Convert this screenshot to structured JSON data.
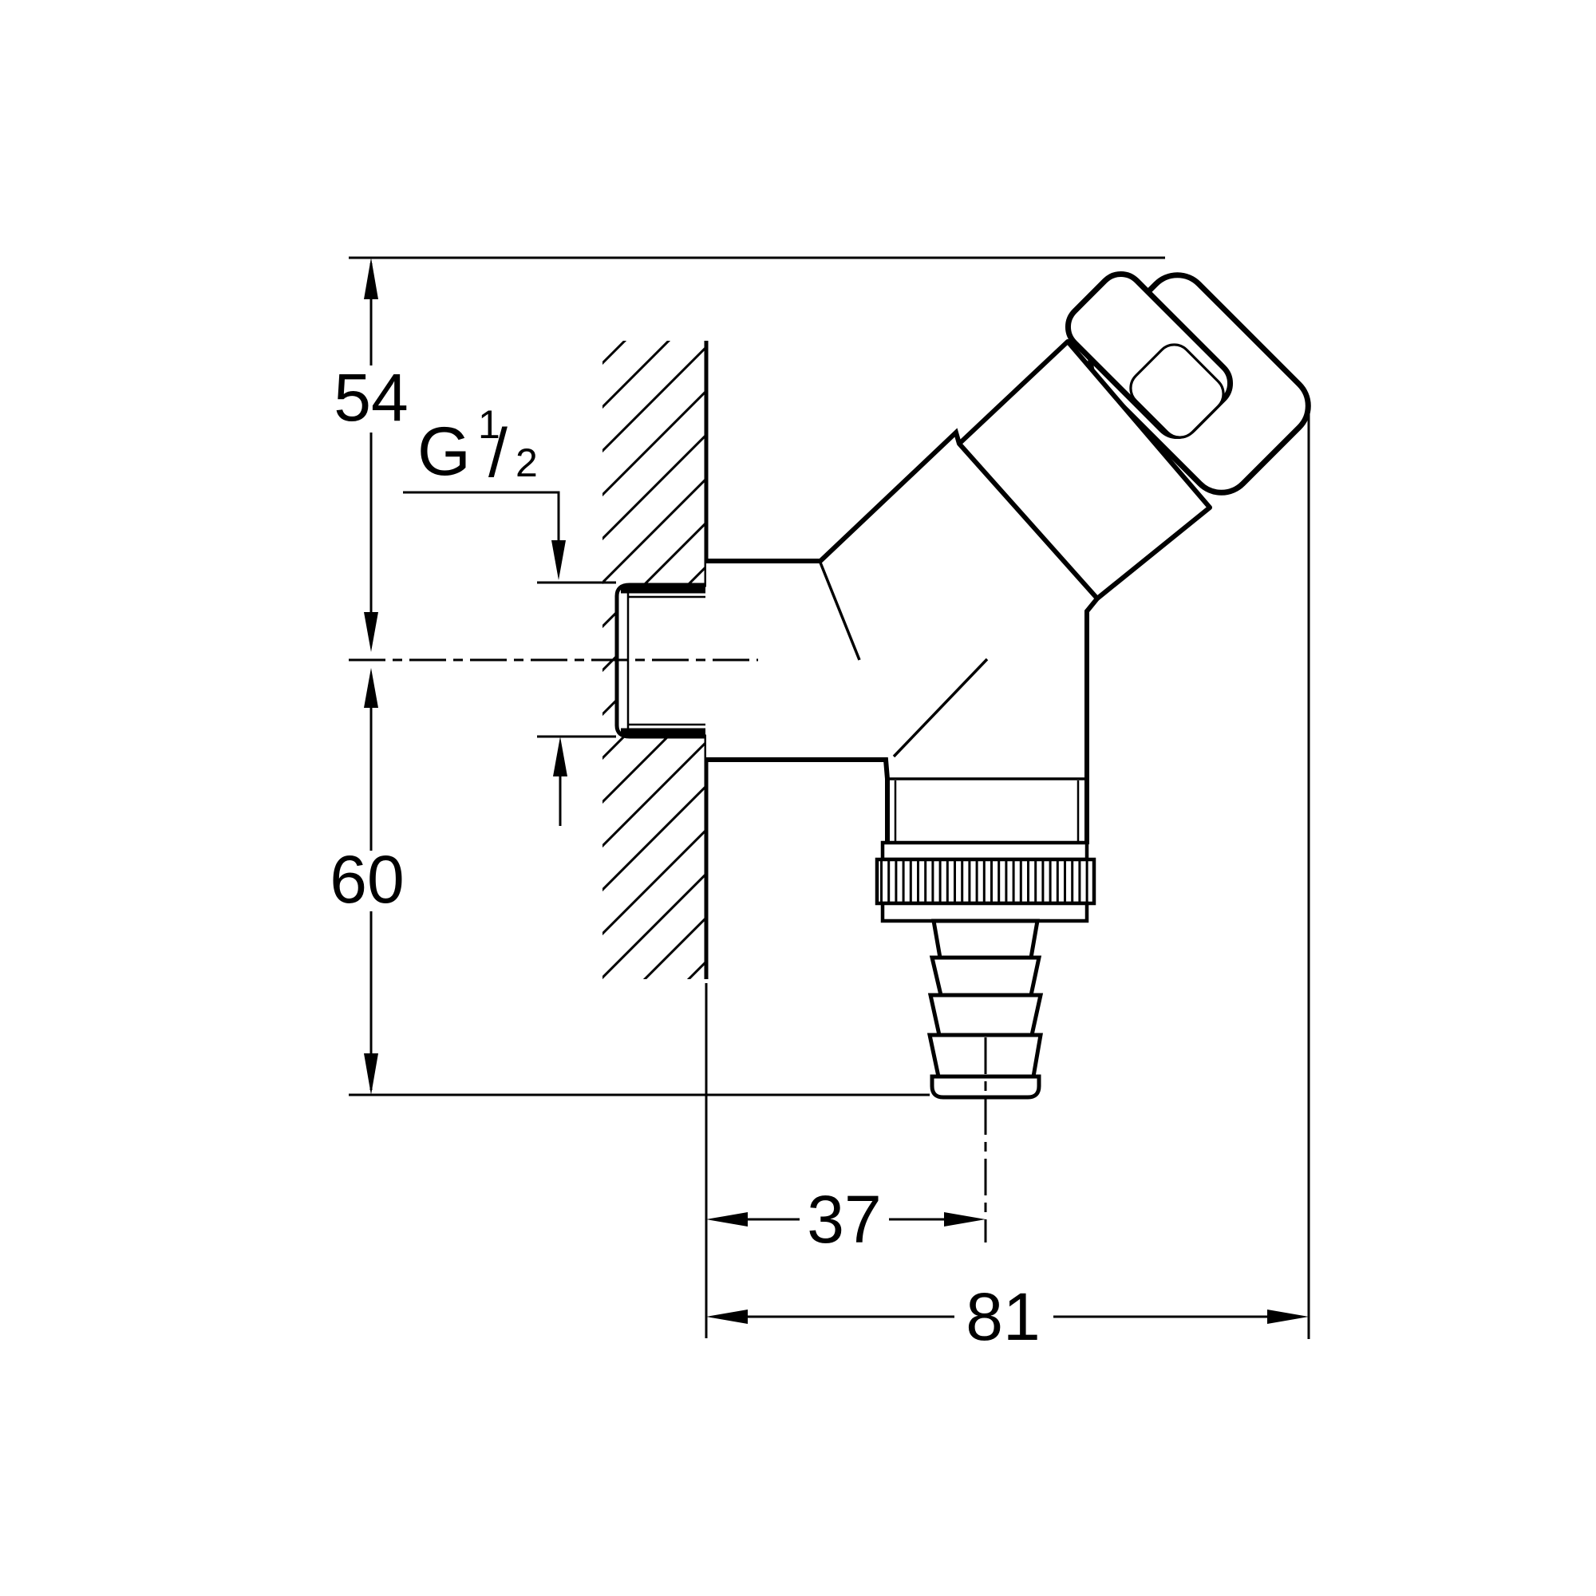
{
  "drawing": {
    "type": "technical-dimension-drawing",
    "subject": "wall-mounted outlet valve with hose union, side section view",
    "colors": {
      "line": "#000000",
      "background": "#ffffff"
    },
    "dimensions": {
      "wall_to_top": "54",
      "wall_to_bottom": "60",
      "hose_center_offset": "37",
      "overall_depth": "81"
    },
    "thread_label": {
      "prefix": "G",
      "numerator": "1",
      "slash": "/",
      "denominator": "2"
    }
  }
}
